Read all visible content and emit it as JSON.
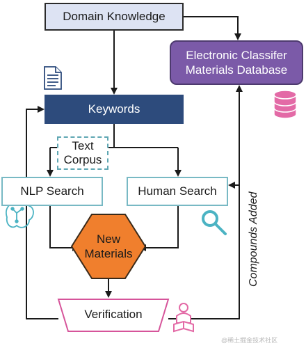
{
  "nodes": {
    "domain_knowledge": "Domain Knowledge",
    "database_line1": "Electronic Classifer",
    "database_line2": "Materials Database",
    "keywords": "Keywords",
    "text_corpus_line1": "Text",
    "text_corpus_line2": "Corpus",
    "nlp_search": "NLP Search",
    "human_search": "Human Search",
    "new_materials_line1": "New",
    "new_materials_line2": "Materials",
    "verification": "Verification"
  },
  "edge_labels": {
    "compounds_added": "Compounds Added"
  },
  "icons": [
    "document-icon",
    "database-icon",
    "brain-icon",
    "magnifier-icon",
    "reader-icon"
  ],
  "colors": {
    "domain_fill": "#dde3f3",
    "database_fill": "#7b5aa8",
    "keywords_fill": "#2d4b7c",
    "search_border": "#78b9c4",
    "new_materials_fill": "#f07f2d",
    "verification_border": "#d6549a",
    "icon_teal": "#4bb3c3",
    "icon_pink": "#e36aa6"
  },
  "watermark": "@稀土掘金技术社区"
}
